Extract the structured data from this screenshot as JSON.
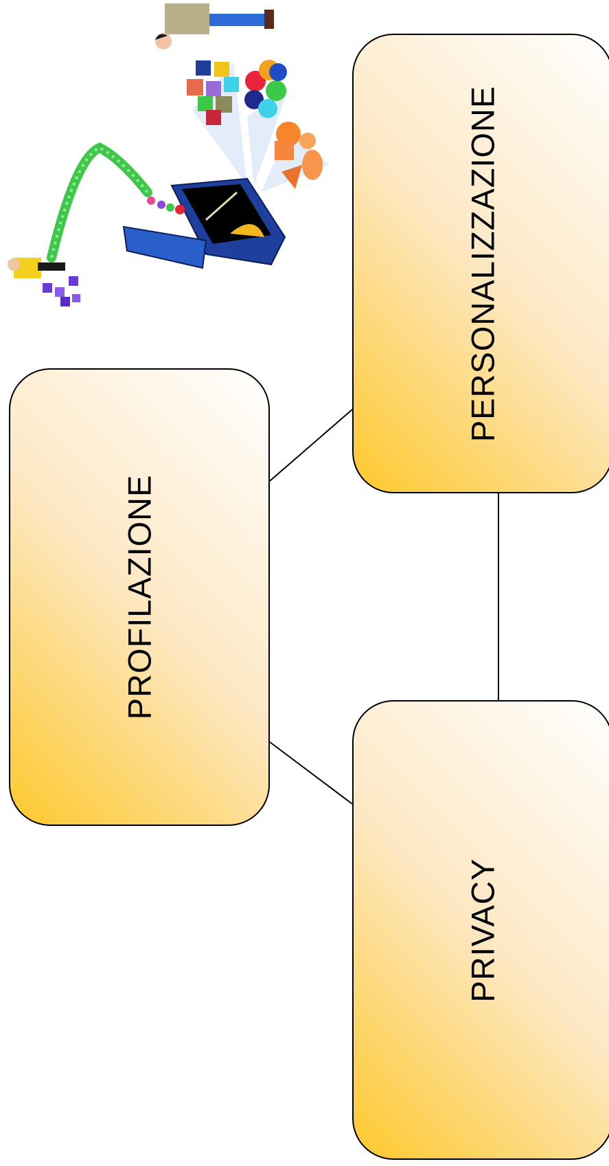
{
  "diagram": {
    "nodes": [
      {
        "id": "personalizzazione",
        "label": "PERSONALIZZAZIONE"
      },
      {
        "id": "profilazione",
        "label": "PROFILAZIONE"
      },
      {
        "id": "privacy",
        "label": "PRIVACY"
      }
    ],
    "edges": [
      {
        "from": "profilazione",
        "to": "personalizzazione"
      },
      {
        "from": "profilazione",
        "to": "privacy"
      },
      {
        "from": "personalizzazione",
        "to": "privacy"
      }
    ]
  },
  "colors": {
    "gradient_light": "#ffffff",
    "gradient_mid": "#fde8c4",
    "gradient_dark": "#fdc82c",
    "border": "#000000"
  },
  "illustration": {
    "icon": "computer-with-people-clipart-icon"
  }
}
